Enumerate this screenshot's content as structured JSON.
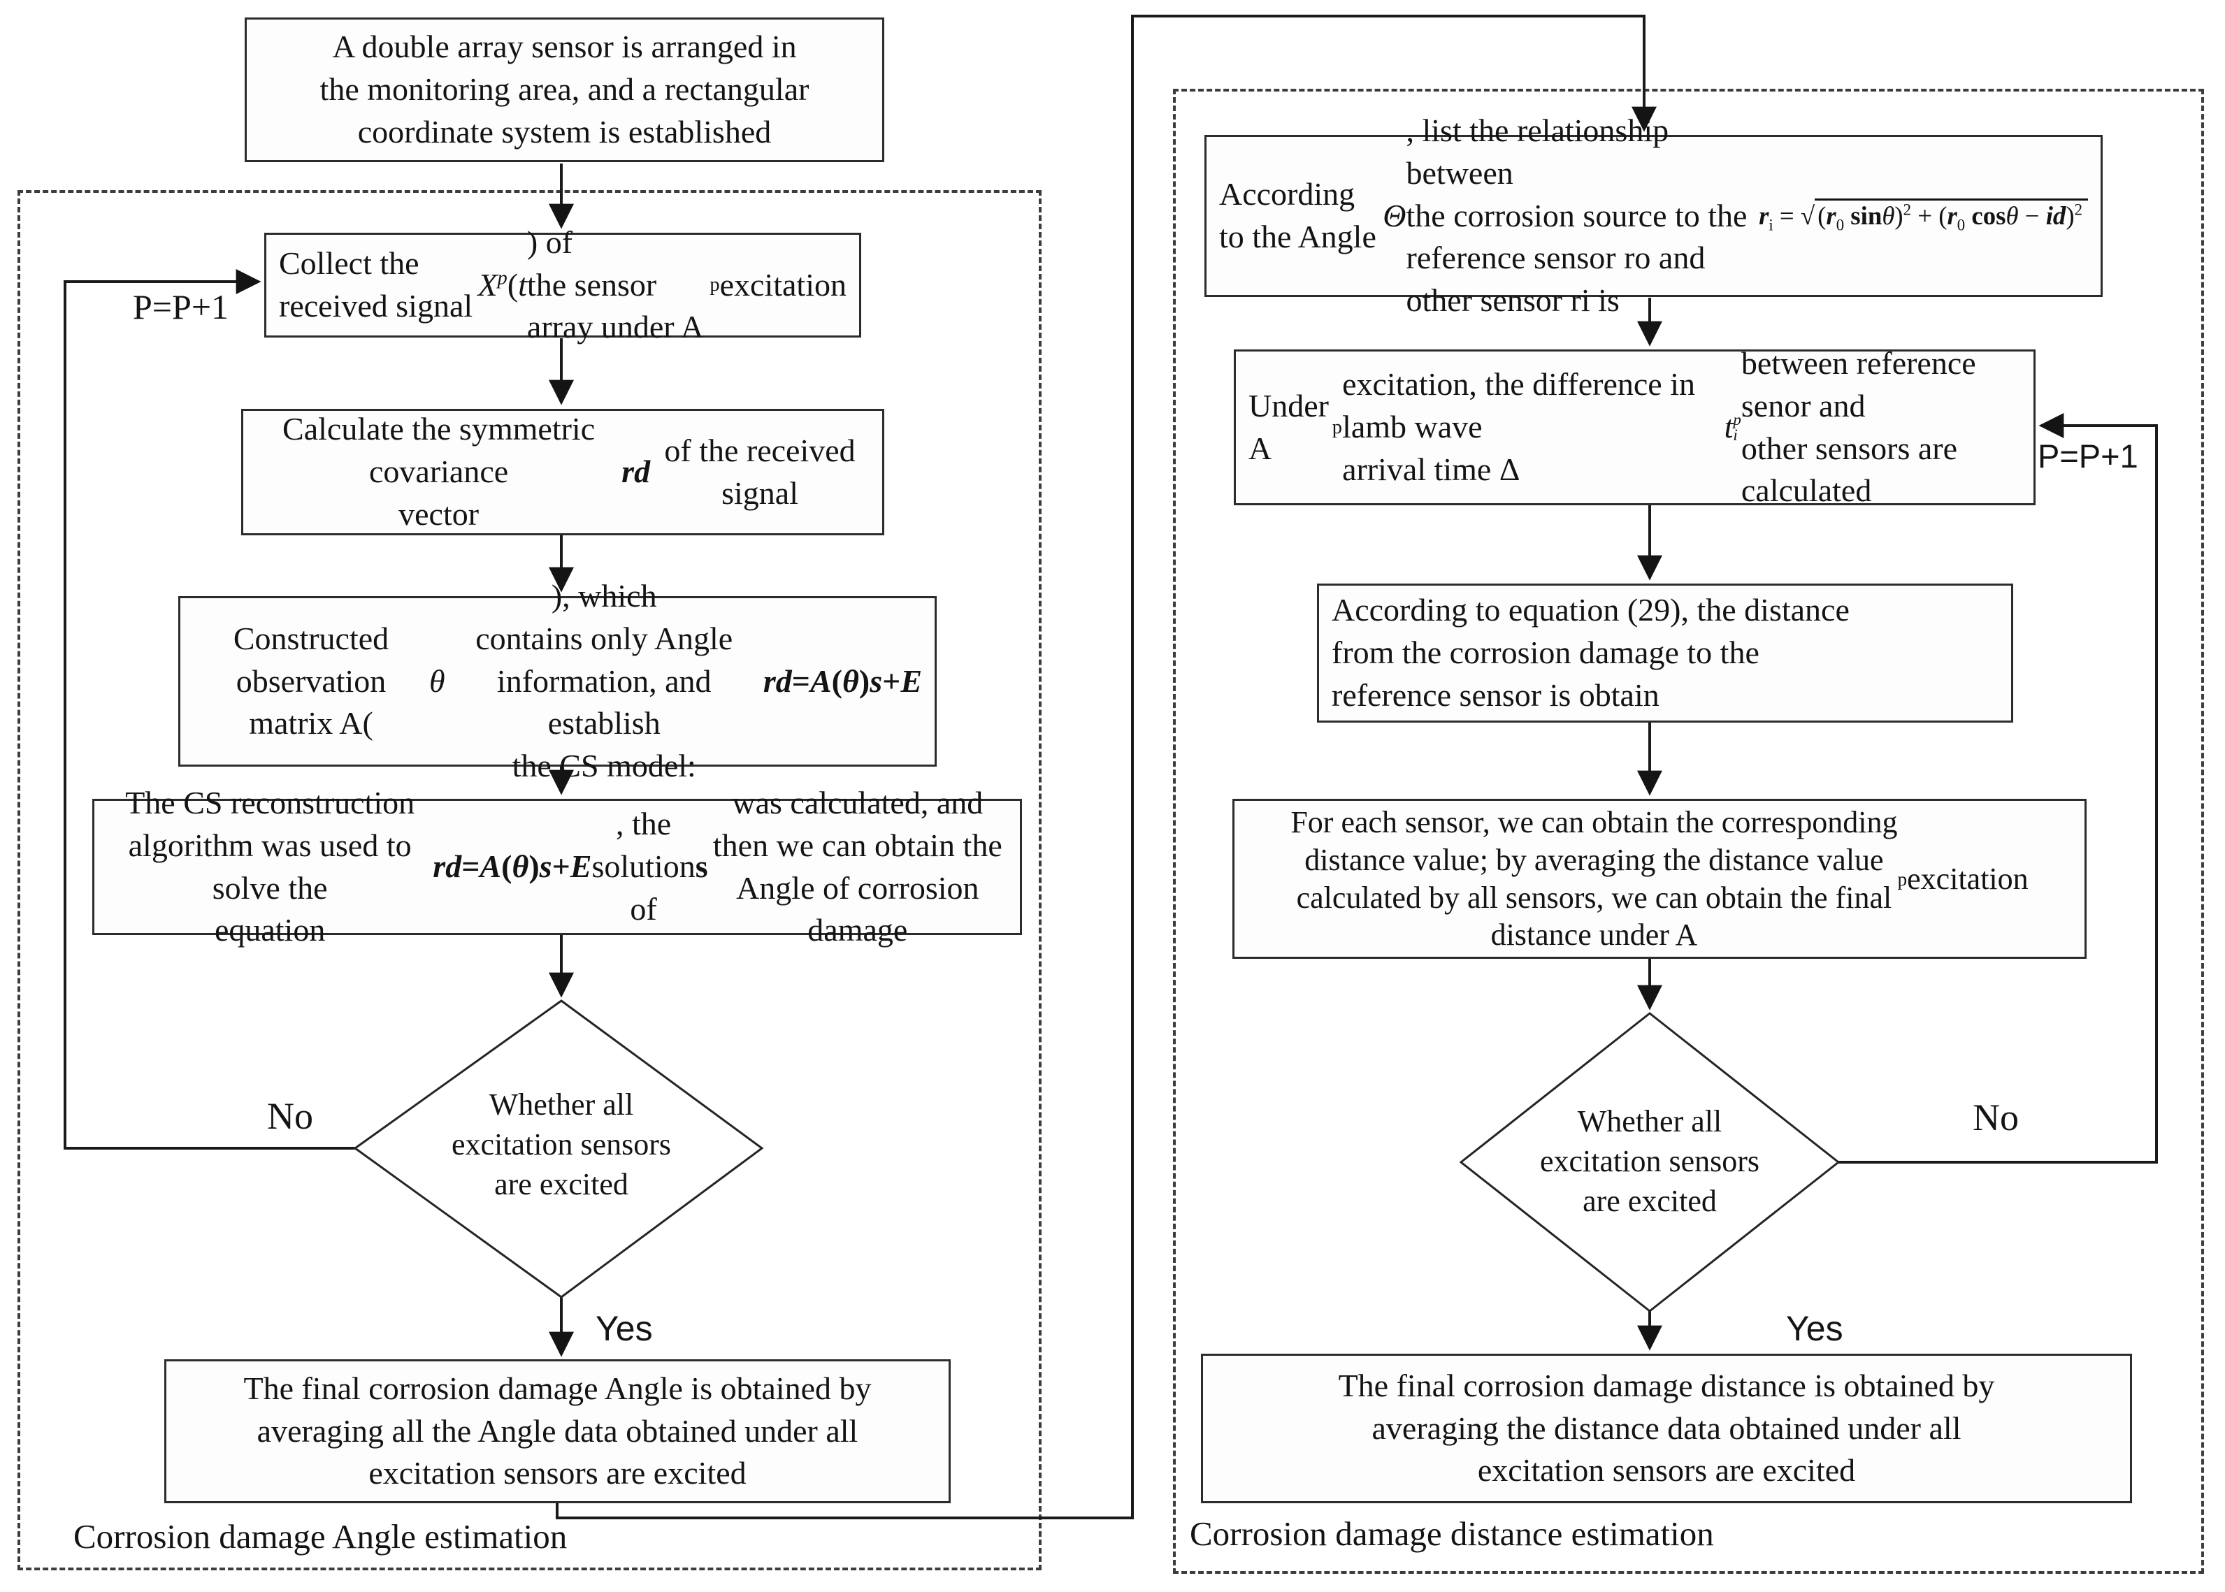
{
  "figure": {
    "type": "flowchart",
    "background": "#ffffff",
    "line_color": "#1a1a1a"
  },
  "intro_step": {
    "text": "A double array sensor is arranged in the monitoring area, and a rectangular coordinate system is established",
    "html": "A double array sensor is arranged in<br>the monitoring area, and a rectangular<br>coordinate system is established"
  },
  "left_section": {
    "section_label": "Corrosion damage Angle estimation",
    "loop_label": "P=P+1",
    "no_label": "No",
    "yes_label": "Yes",
    "steps": {
      "collect": {
        "text": "Collect the received signal Xp(t) of the sensor array under Ap excitation",
        "html": "Collect the received signal <i>X<sup>p</sup></i>(<i>t</i>) of<br>the sensor array under A<sub>p</sub> excitation"
      },
      "covariance": {
        "text": "Calculate the symmetric covariance vector rd of the received signal",
        "html": "Calculate the symmetric covariance<br>vector <b><i>rd</i></b> of the received signal"
      },
      "observation": {
        "text": "Constructed observation matrix A(θ), which contains only Angle information, and establish the CS model: rd=A(θ)s+E",
        "html": "Constructed observation matrix A(<i>θ</i>), which<br>contains only Angle information, and establish<br>the CS model: <b><i>rd</i>=<i>A</i>(<i>θ</i>)<i>s</i>+<i>E</i></b>"
      },
      "reconstruction": {
        "text": "The CS reconstruction algorithm was used to solve the equation rd=A(θ)s+E, the solution of s was calculated, and then we can obtain the Angle of corrosion damage",
        "html": "The CS reconstruction algorithm was used to solve the<br>equation <b><i>rd</i>=<i>A</i>(<i>θ</i>)<i>s</i>+<i>E</i></b>, the solution of <b>s</b> was calculated, and<br>then we can obtain the Angle of corrosion damage"
      },
      "decision": {
        "text": "Whether all excitation sensors are excited",
        "html": "Whether all<br>excitation sensors<br>are excited"
      },
      "final": {
        "text": "The final corrosion damage Angle is obtained by averaging all the Angle data obtained under all excitation sensors are excited",
        "html": "The final corrosion damage Angle is obtained by<br>averaging all the Angle data obtained under all<br>excitation sensors are excited"
      }
    }
  },
  "right_section": {
    "section_label": "Corrosion damage distance estimation",
    "loop_label": "P=P+1",
    "no_label": "No",
    "yes_label": "Yes",
    "steps": {
      "relationship": {
        "text": "According to the Angle Θ, list the relationship between the corrosion source to the reference sensor ro and other sensor ri is ri = √((r0 sinθ)² + (r0 cosθ − id)²)",
        "html": "According to the Angle <i>Θ</i>, list the relationship between<br>the corrosion source to the reference sensor ro and<br>other sensor ri is&nbsp;&nbsp;&nbsp;&nbsp;<span class='formula'><b><i>r</i></b><sub>i</sub> = √<span class='sqrt'>(<b><i>r</i></b><sub>0</sub> <b>sin</b><i>θ</i>)<sup>2</sup> + (<b><i>r</i></b><sub>0</sub> <b>cos</b><i>θ</i> − <b><i>id</i></b>)<sup>2</sup></span></span>"
      },
      "arrival": {
        "text": "Under Ap excitation, the difference in lamb wave arrival time Δt_i^p between reference senor and other sensors are calculated",
        "html": "Under A<sub>p</sub> excitation, the difference in lamb wave<br>arrival time Δ<i>t</i><span class='ss'><span>p</span><span>i</span></span> between reference senor and<br>other sensors are calculated"
      },
      "equation29": {
        "text": "According to equation (29), the distance from the corrosion damage to the reference sensor is obtain",
        "html": "According to equation (29), the distance<br>from the corrosion damage to the<br>reference sensor is obtain"
      },
      "averaging": {
        "text": "For each sensor, we can obtain the corresponding distance value; by averaging the distance value calculated by all sensors, we can obtain the final distance under Ap excitation",
        "html": "For each sensor, we can obtain the corresponding<br>distance value; by averaging the distance value<br>calculated by all sensors, we can obtain the final<br>distance under A<sub>p</sub> excitation"
      },
      "decision": {
        "text": "Whether all excitation sensors are excited",
        "html": "Whether all<br>excitation sensors<br>are excited"
      },
      "final": {
        "text": "The final corrosion damage distance is obtained by averaging the distance data obtained under all excitation sensors are excited",
        "html": "The final corrosion damage distance is obtained by<br>averaging the distance data obtained under all<br>excitation sensors are excited"
      }
    }
  }
}
